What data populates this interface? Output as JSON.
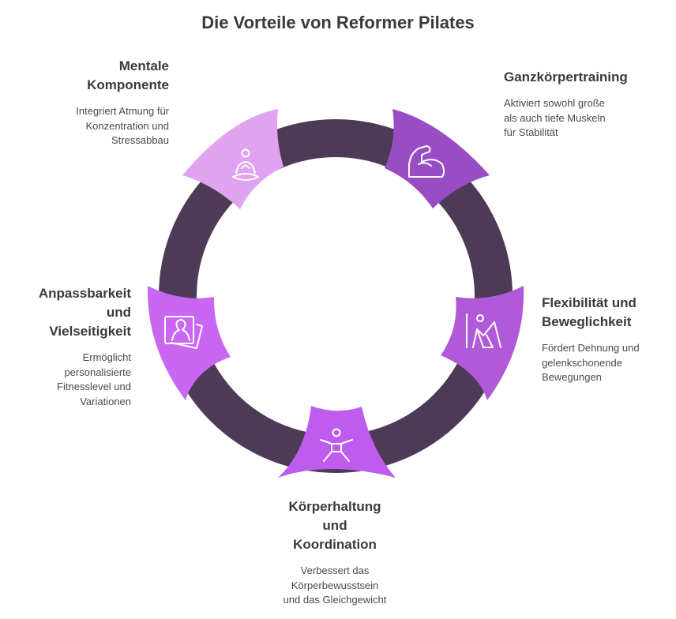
{
  "title": "Die Vorteile von Reformer Pilates",
  "segments": [
    {
      "id": "mental",
      "heading": "Mentale\nKomponente",
      "description": "Integriert Atmung für\nKonzentration und\nStressabbau",
      "icon": "meditation-icon",
      "color": "#e0a3f0"
    },
    {
      "id": "ganzkoerper",
      "heading": "Ganzkörpertraining",
      "description": "Aktiviert sowohl große\nals auch tiefe Muskeln\nfür Stabilität",
      "icon": "flexed-arm-icon",
      "color": "#9a4cc4"
    },
    {
      "id": "flex",
      "heading": "Flexibilität und\nBeweglichkeit",
      "description": "Fördert Dehnung und\ngelenkschonende\nBewegungen",
      "icon": "stretching-pose-icon",
      "color": "#b059d9"
    },
    {
      "id": "koerperhaltung",
      "heading": "Körperhaltung\nund\nKoordination",
      "description": "Verbessert das\nKörperbewusstsein\nund das Gleichgewicht",
      "icon": "star-pose-icon",
      "color": "#bf5cf0"
    },
    {
      "id": "anpass",
      "heading": "Anpassbarkeit\nund\nVielseitigkeit",
      "description": "Ermöglicht\npersonalisierte\nFitnesslevel und\nVariationen",
      "icon": "profile-cards-icon",
      "color": "#c966f2"
    }
  ],
  "ring_color": "#4d3a56"
}
